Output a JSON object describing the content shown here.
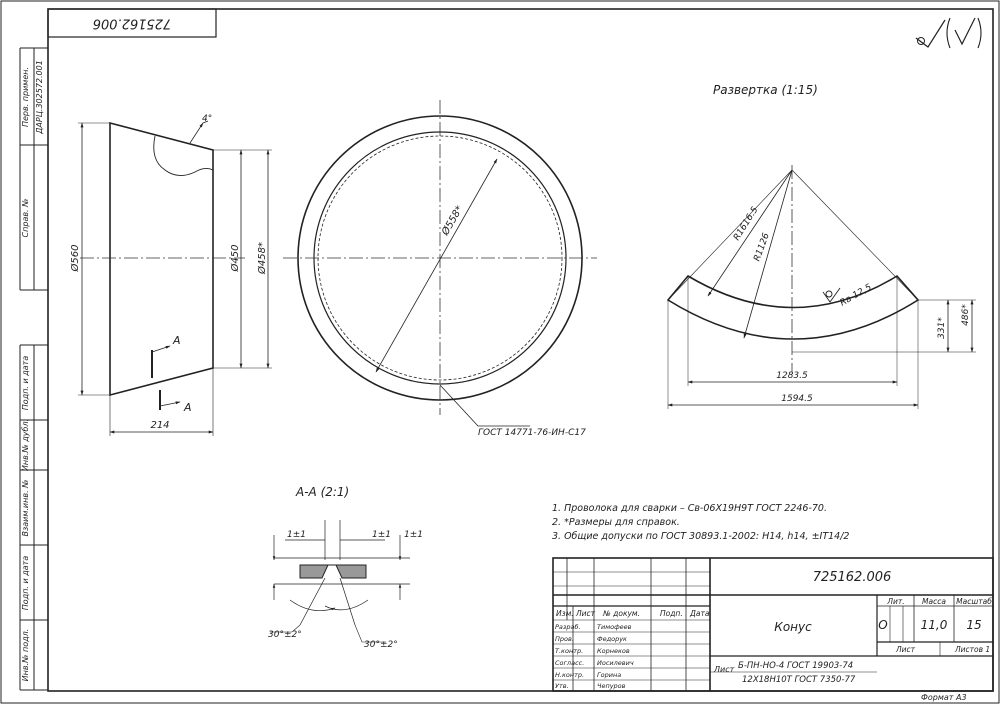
{
  "doc_number_rotated": "725162.006",
  "roughness_symbol": "√(√)",
  "left_strip": {
    "first_use_label": "Перв. примен.",
    "first_use_value": "ДАРЦ.302572.001",
    "reference_label": "Справ. №",
    "sign_date_1": "Подп. и дата",
    "inv_dupl": "Инв.№ дубл.",
    "replace_inv": "Взаим.инв. №",
    "sign_date_2": "Подп. и дата",
    "inv_original": "Инв.№ подл."
  },
  "views": {
    "side": {
      "angle": "4°",
      "dia_outer": "Ø560",
      "dia_mid": "Ø450",
      "dia_ref": "Ø458*",
      "length": "214",
      "section_mark": "A"
    },
    "front": {
      "dia": "Ø558*",
      "weld_note": "ГОСТ 14771-76-ИН-С17"
    },
    "development": {
      "title": "Развертка (1:15)",
      "radius_outer": "R1616.5",
      "radius_inner": "R1126",
      "roughness": "Ra 12,5",
      "height_inner": "331*",
      "height_outer": "486*",
      "chord_inner": "1283.5",
      "chord_outer": "1594.5"
    },
    "section": {
      "title": "А-А (2:1)",
      "gap_1": "1±1",
      "gap_2": "1±1",
      "gap_3": "1±1",
      "angle_1": "30°±2°",
      "angle_2": "30°±2°"
    }
  },
  "notes": [
    "1. Проволока для сварки – Св-06Х19Н9Т ГОСТ 2246-70.",
    "2. *Размеры для справок.",
    "3. Общие допуски по ГОСТ 30893.1-2002: Н14, h14, ±IT14/2"
  ],
  "title_block": {
    "designation": "725162.006",
    "name": "Конус",
    "lit_label": "Лит.",
    "mass_label": "Масса",
    "scale_label": "Масштаб",
    "lit_value": "О",
    "mass_value": "11,0",
    "scale_value": "15",
    "sheet_label": "Лист",
    "sheets_label": "Листов 1",
    "material_prefix": "Лист",
    "material_line1": "Б-ПН-НО-4 ГОСТ 19903-74",
    "material_line2": "12Х18Н10Т ГОСТ 7350-77",
    "col_izm": "Изм.",
    "col_list": "Лист",
    "col_doc": "№ докум.",
    "col_sign": "Подп.",
    "col_date": "Дата",
    "roles": [
      {
        "role": "Разраб.",
        "person": "Тимофеев"
      },
      {
        "role": "Пров.",
        "person": "Федорук"
      },
      {
        "role": "Т.контр.",
        "person": "Корнеков"
      },
      {
        "role": "Согласс.",
        "person": "Иосилевич"
      },
      {
        "role": "Н.контр.",
        "person": "Горина"
      },
      {
        "role": "Утв.",
        "person": "Чепуров"
      }
    ]
  },
  "format_label": "Формат А3"
}
